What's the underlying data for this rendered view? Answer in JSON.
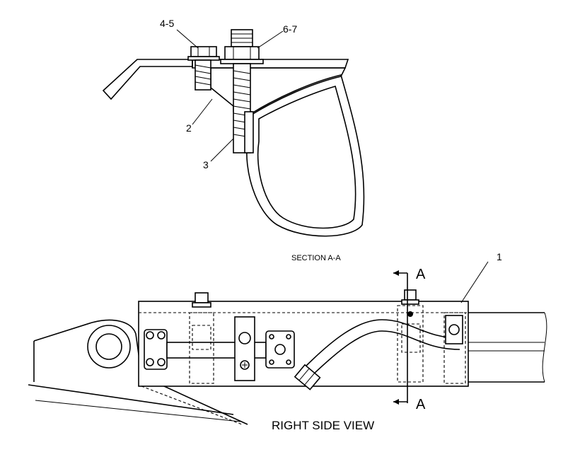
{
  "section_view": {
    "title": "SECTION A-A",
    "callouts": [
      "4-5",
      "6-7",
      "2",
      "3"
    ]
  },
  "side_view": {
    "title": "RIGHT SIDE VIEW",
    "callout_item": "1",
    "section_marker_top": "A",
    "section_marker_bottom": "A"
  }
}
